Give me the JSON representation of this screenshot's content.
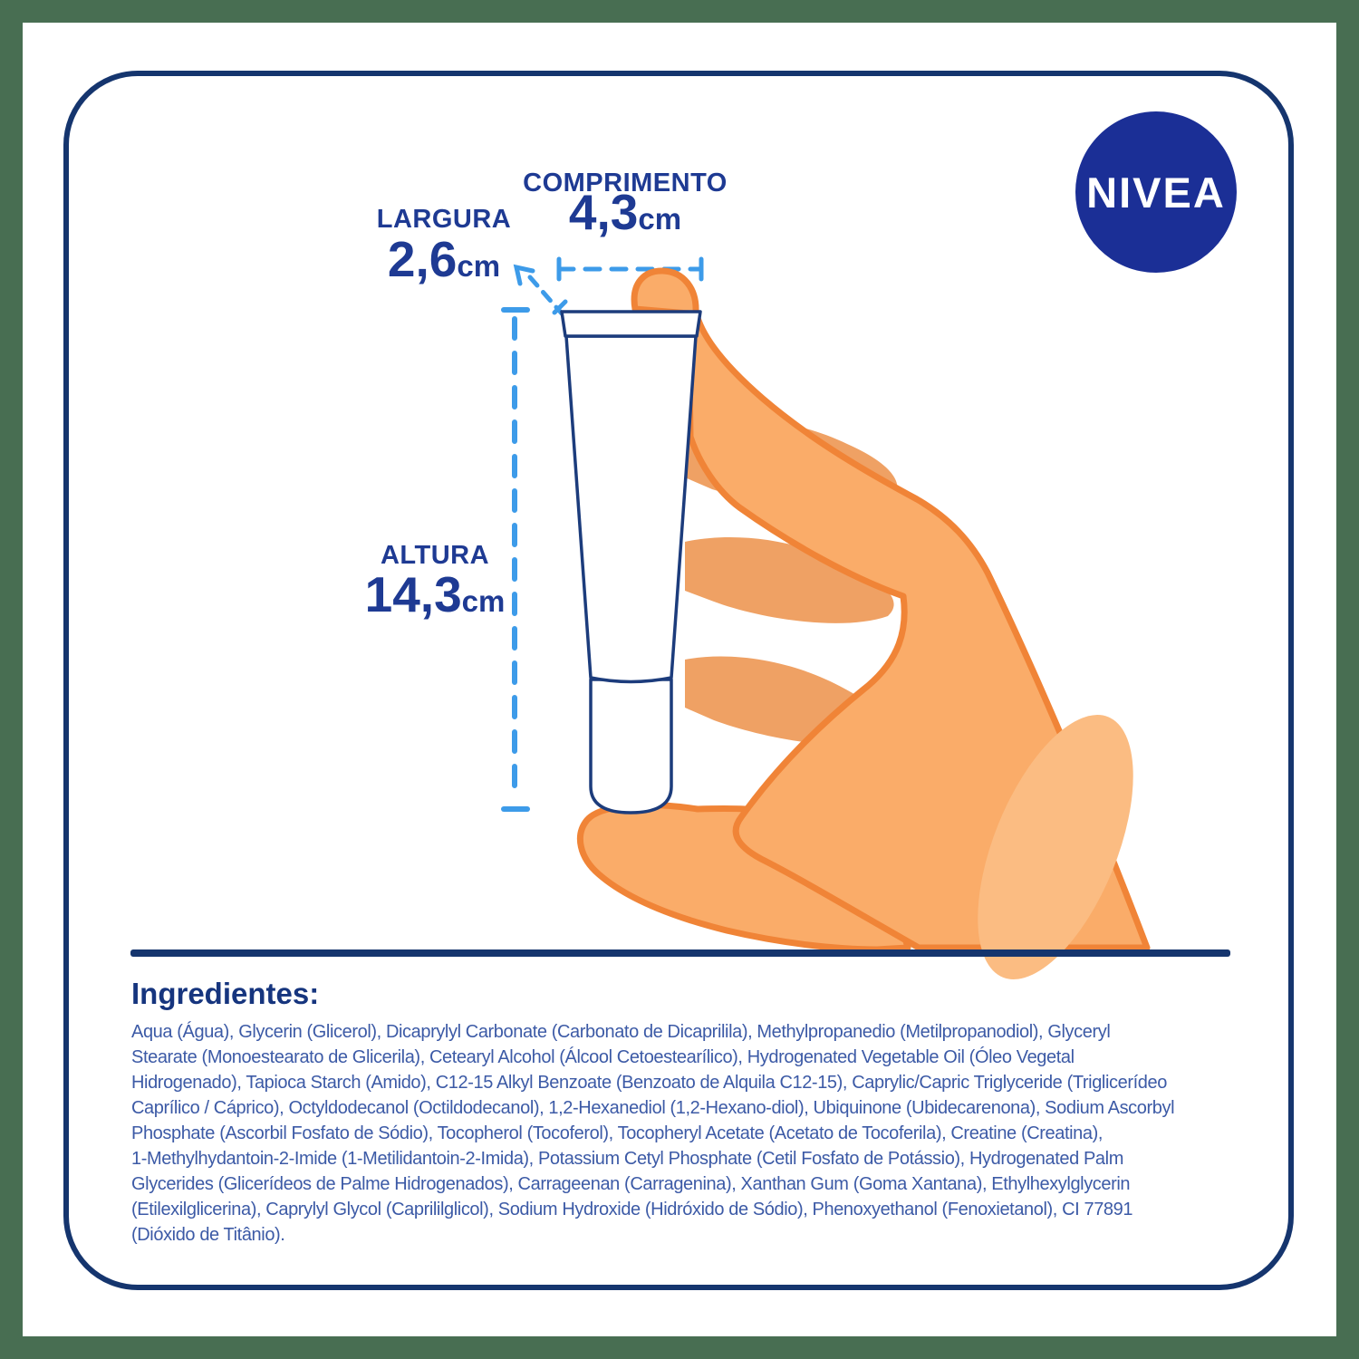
{
  "brand": {
    "logo_text": "NIVEA",
    "logo_color": "#1b2f96"
  },
  "measurements": {
    "comprimento": {
      "label": "COMPRIMENTO",
      "value": "4,3",
      "unit": "cm"
    },
    "largura": {
      "label": "LARGURA",
      "value": "2,6",
      "unit": "cm"
    },
    "altura": {
      "label": "ALTURA",
      "value": "14,3",
      "unit": "cm"
    }
  },
  "ingredients": {
    "heading": "Ingredientes:",
    "lines": [
      "Aqua (Água), Glycerin (Glicerol), Dicaprylyl Carbonate (Carbonato de Dicaprilila), Methylpropanedio (Metilpropanodiol), Glyceryl",
      "Stearate (Monoestearato de Glicerila), Cetearyl Alcohol (Álcool Cetoestearílico), Hydrogenated Vegetable Oil (Óleo Vegetal",
      "Hidrogenado), Tapioca Starch (Amido), C12-15 Alkyl Benzoate (Benzoato de Alquila C12-15), Caprylic/Capric Triglyceride (Triglicerídeo",
      "Caprílico / Cáprico), Octyldodecanol (Octildodecanol), 1,2-Hexanediol (1,2-Hexano-diol), Ubiquinone (Ubidecarenona), Sodium Ascorbyl",
      "Phosphate (Ascorbil Fosfato de Sódio), Tocopherol (Tocoferol), Tocopheryl Acetate (Acetato de Tocoferila),  Creatine (Creatina),",
      "1-Methylhydantoin-2-Imide (1-Metilidantoin-2-Imida), Potassium Cetyl Phosphate (Cetil Fosfato de Potássio), Hydrogenated Palm",
      "Glycerides (Glicerídeos de Palme Hidrogenados), Carrageenan (Carragenina), Xanthan Gum (Goma Xantana), Ethylhexylglycerin",
      "(Etilexilglicerina), Caprylyl Glycol (Caprililglicol), Sodium Hydroxide (Hidróxido de Sódio), Phenoxyethanol (Fenoxietanol), CI 77891",
      "(Dióxido de Titânio)."
    ]
  },
  "colors": {
    "frame_green": "#486e52",
    "border_navy": "#15356e",
    "label_blue": "#1e3a93",
    "ingredients_blue": "#3c5aa6",
    "dashed_blue": "#3d9be9",
    "hand_orange": "#faac69",
    "hand_outline_orange": "#f08437",
    "hand_shadow_orange": "#efa164",
    "tube_outline_navy": "#1c3c7c"
  }
}
